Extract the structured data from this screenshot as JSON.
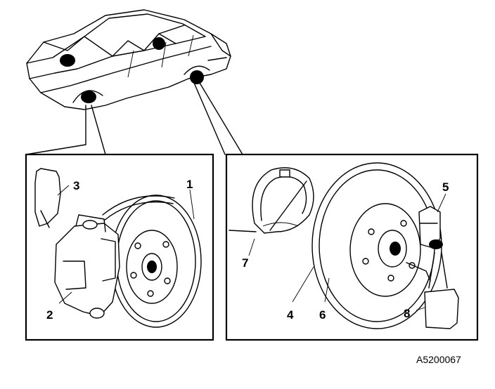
{
  "callouts": {
    "c1": "1",
    "c2": "2",
    "c3": "3",
    "c4": "4",
    "c5": "5",
    "c6": "6",
    "c7": "7",
    "c8": "8"
  },
  "reference_code": "A5200067"
}
